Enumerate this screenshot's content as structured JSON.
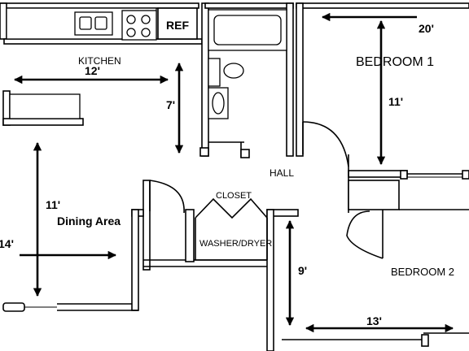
{
  "rooms": {
    "kitchen": "KITCHEN",
    "bedroom1": "BEDROOM 1",
    "bedroom2": "BEDROOM 2",
    "dining": "Dining Area",
    "hall": "HALL",
    "closet": "CLOSET",
    "washer": "WASHER/DRYER",
    "ref": "REF"
  },
  "dimensions": {
    "kitchen_width": "12'",
    "kitchen_depth": "7'",
    "bedroom1_width": "20'",
    "bedroom1_depth": "11'",
    "dining_depth": "11'",
    "dining_width": "14'",
    "bedroom2_depth": "9'",
    "bedroom2_width": "13'"
  }
}
